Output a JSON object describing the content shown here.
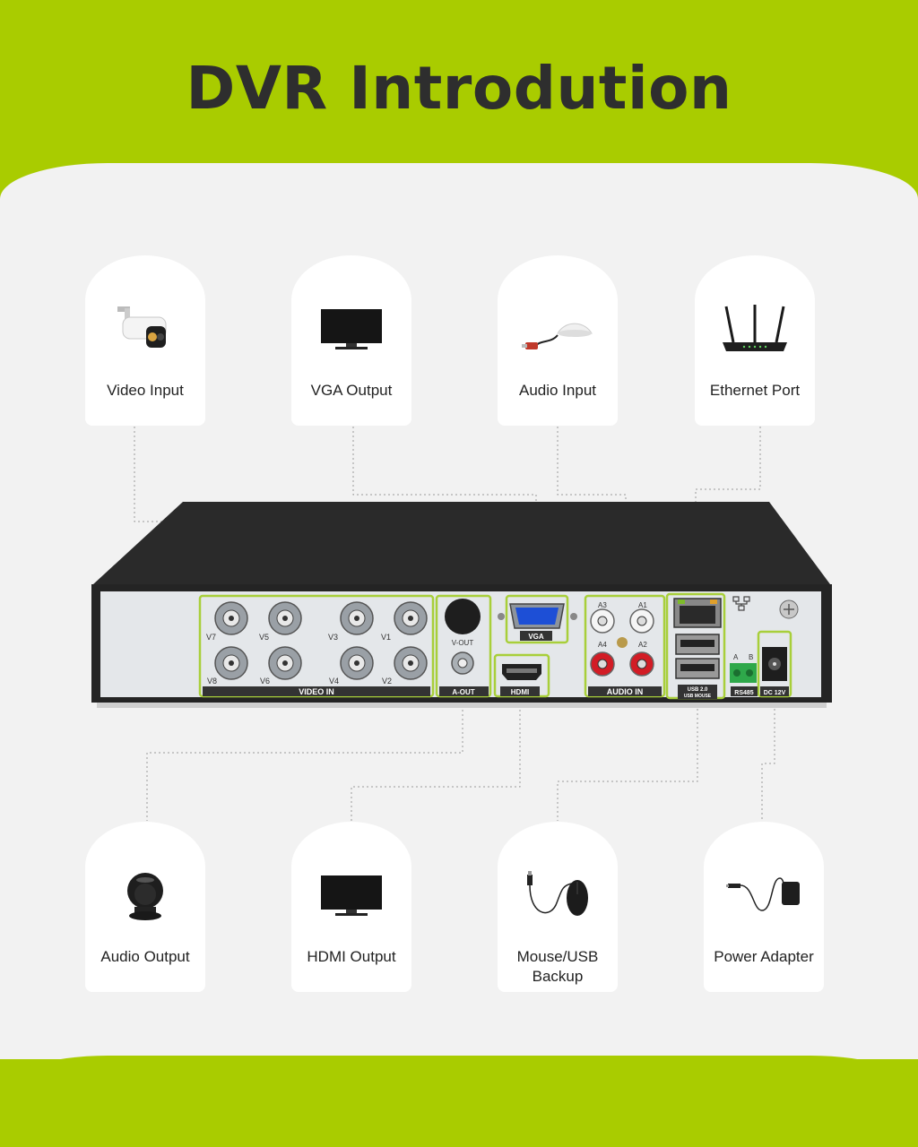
{
  "title": "DVR Introdution",
  "top_cards": [
    {
      "label": "Video Input",
      "icon": "camera-icon"
    },
    {
      "label": "VGA Output",
      "icon": "monitor-icon"
    },
    {
      "label": "Audio Input",
      "icon": "microphone-icon"
    },
    {
      "label": "Ethernet Port",
      "icon": "router-icon"
    }
  ],
  "bottom_cards": [
    {
      "label": "Audio Output",
      "icon": "speaker-icon"
    },
    {
      "label": "HDMI Output",
      "icon": "monitor-icon"
    },
    {
      "label": "Mouse/USB\nBackup",
      "icon": "mouse-icon"
    },
    {
      "label": "Power Adapter",
      "icon": "power-adapter-icon"
    }
  ],
  "dvr_labels": {
    "video_in": "VIDEO IN",
    "a_out": "A-OUT",
    "v_out": "V-OUT",
    "vga": "VGA",
    "hdmi": "HDMI",
    "audio_in": "AUDIO IN",
    "usb": "USB 2.0",
    "usb_mouse": "USB MOUSE",
    "rs485": "RS485",
    "dc": "DC 12V",
    "v1": "V1",
    "v2": "V2",
    "v3": "V3",
    "v4": "V4",
    "v5": "V5",
    "v6": "V6",
    "v7": "V7",
    "v8": "V8",
    "a1": "A1",
    "a2": "A2",
    "a3": "A3",
    "a4": "A4",
    "term_a": "A",
    "term_b": "B"
  },
  "colors": {
    "accent": "#a9cc00",
    "panel": "#f2f2f2",
    "highlight": "#a8cf3a"
  }
}
